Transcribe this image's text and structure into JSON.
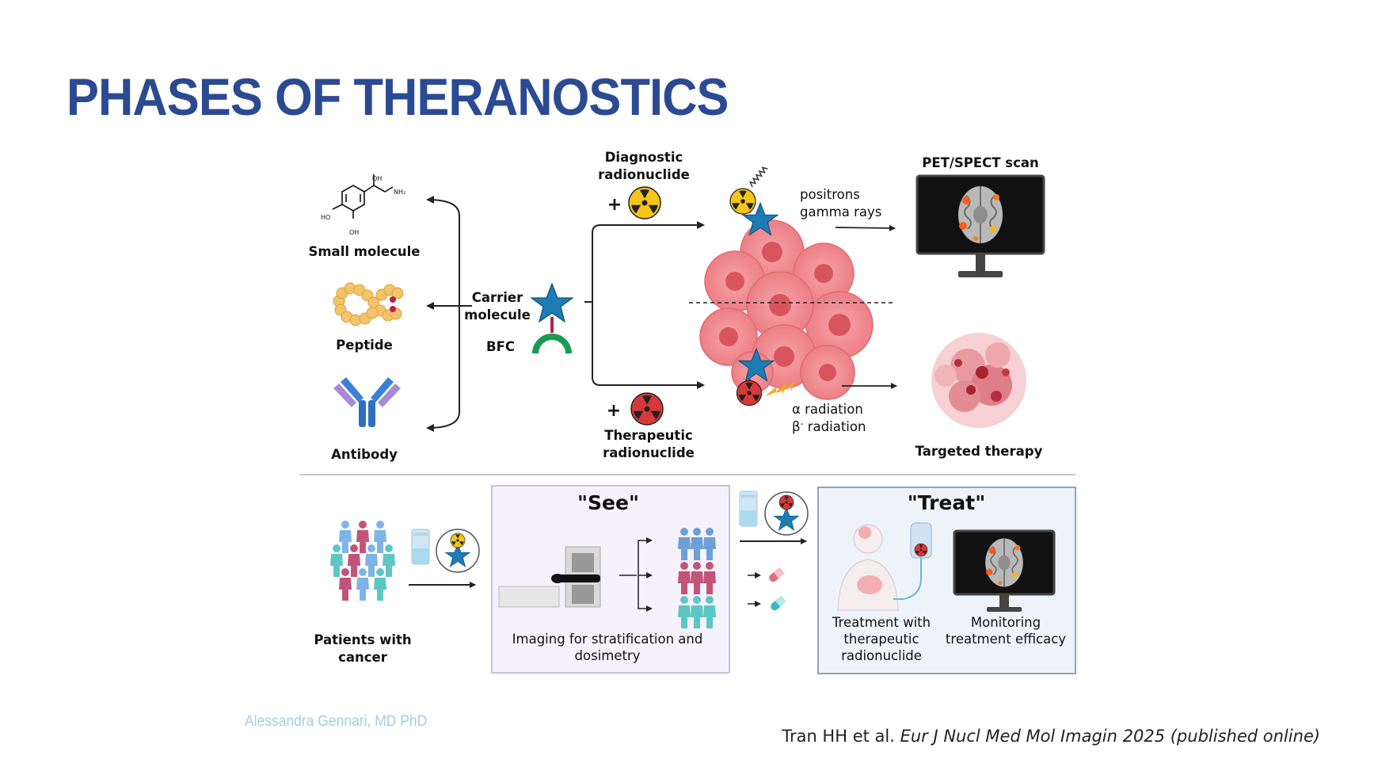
{
  "slide": {
    "title": "PHASES OF THERANOSTICS",
    "author": "Alessandra Gennari, MD PhD",
    "citation_prefix": "Tran HH et al.",
    "citation_journal": "Eur J Nucl Med Mol Imagin 2025 (published online)"
  },
  "carriers": {
    "small_molecule": "Small molecule",
    "peptide": "Peptide",
    "antibody": "Antibody",
    "chem_oh": "OH",
    "chem_nh2": "NH₂",
    "chem_ho": "HO"
  },
  "carrier_molecule": {
    "line1": "Carrier",
    "line2": "molecule",
    "bfc": "BFC"
  },
  "radionuclides": {
    "diagnostic_line1": "Diagnostic",
    "diagnostic_line2": "radionuclide",
    "therapeutic_line1": "Therapeutic",
    "therapeutic_line2": "radionuclide",
    "plus": "+"
  },
  "emissions": {
    "positrons": "positrons",
    "gamma_rays": "gamma rays",
    "alpha_radiation": "α radiation",
    "beta_prefix": "β",
    "beta_sup": "-",
    "beta_suffix": " radiation"
  },
  "outcomes": {
    "pet_spect": "PET/SPECT scan",
    "targeted_therapy": "Targeted therapy"
  },
  "workflow": {
    "patients_line1": "Patients with",
    "patients_line2": "cancer",
    "see_title": "\"See\"",
    "imaging_line1": "Imaging for stratification and",
    "imaging_line2": "dosimetry",
    "treat_title": "\"Treat\"",
    "treatment_line1": "Treatment with",
    "treatment_line2": "therapeutic",
    "treatment_line3": "radionuclide",
    "monitoring_line1": "Monitoring",
    "monitoring_line2": "treatment efficacy"
  },
  "colors": {
    "title_blue": "#2b4a92",
    "star_blue": "#1e7bb3",
    "bfc_green": "#1a9b52",
    "radiation_yellow": "#f5c518",
    "radiation_red": "#d8383b",
    "tumor_pink": "#f08e92",
    "author_blue": "#9fcfe6"
  }
}
